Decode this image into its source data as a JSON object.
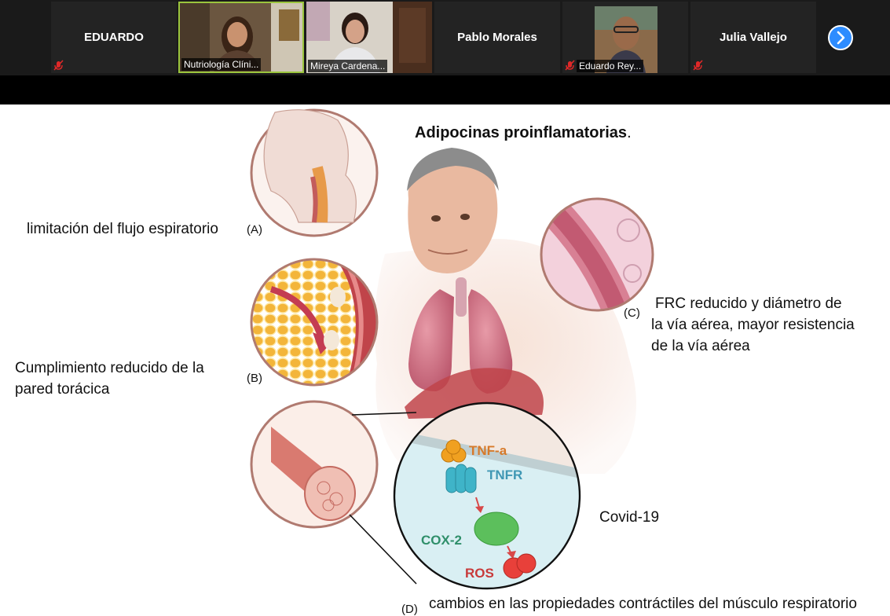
{
  "meeting": {
    "participants": [
      {
        "name": "EDUARDO",
        "display": "name",
        "muted": true
      },
      {
        "name": "Nutriología Clíni...",
        "display": "video",
        "muted": false,
        "active_speaker": true
      },
      {
        "name": "Mireya Cardena...",
        "display": "video",
        "muted": false
      },
      {
        "name": "Pablo Morales",
        "display": "name",
        "muted": false
      },
      {
        "name": "Eduardo Rey...",
        "display": "video",
        "muted": true
      },
      {
        "name": "Julia Vallejo",
        "display": "name",
        "muted": true
      }
    ],
    "next_page_icon": "chevron-right-icon",
    "accent_color": "#2d8cff",
    "muted_color": "#e02828"
  },
  "slide": {
    "title": "Adipocinas proinflamatorias",
    "title_period": ".",
    "labels": {
      "a_text": "limitación del flujo espiratorio",
      "a_tag": "(A)",
      "b_text_line1": "Cumplimiento reducido de la",
      "b_text_line2": "pared torácica",
      "b_tag": "(B)",
      "c_tag": "(C)",
      "c_text_line1": "FRC reducido y diámetro de",
      "c_text_line2": "la vía aérea, mayor resistencia",
      "c_text_line3": "de la vía aérea",
      "covid": "Covid-19",
      "d_tag": "(D)",
      "d_text": "cambios en las propiedades contráctiles del músculo respiratorio"
    },
    "pathway": {
      "tnf": "TNF-a",
      "tnfr": "TNFR",
      "cox2": "COX-2",
      "ros": "ROS"
    }
  }
}
